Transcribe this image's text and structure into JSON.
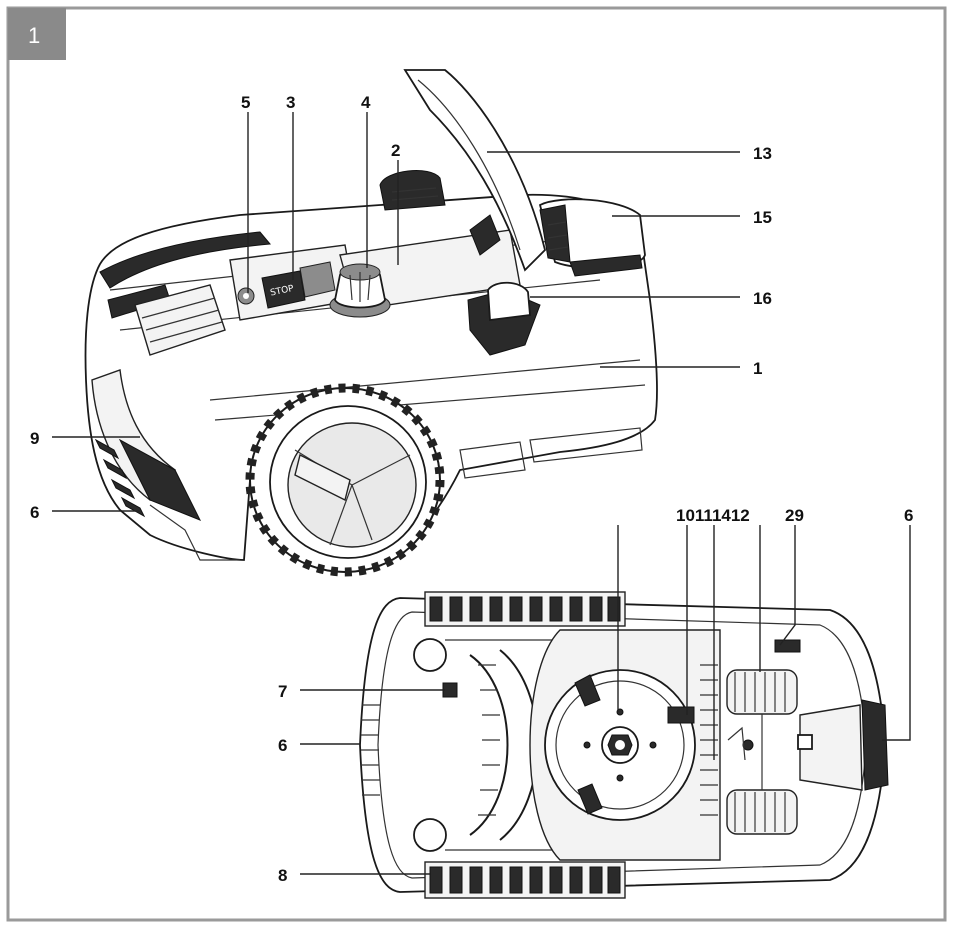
{
  "figure": {
    "number": "1",
    "tag_color": "#8a8a8a",
    "frame_color": "#9a9a9a"
  },
  "callouts": {
    "c1": "1",
    "c2": "2",
    "c3": "3",
    "c4": "4",
    "c5": "5",
    "c6a": "6",
    "c6b": "6",
    "c6c": "6",
    "c7": "7",
    "c8": "8",
    "c9": "9",
    "c10_12": "10111412",
    "c13": "13",
    "c15": "15",
    "c16": "16",
    "c29": "29"
  }
}
